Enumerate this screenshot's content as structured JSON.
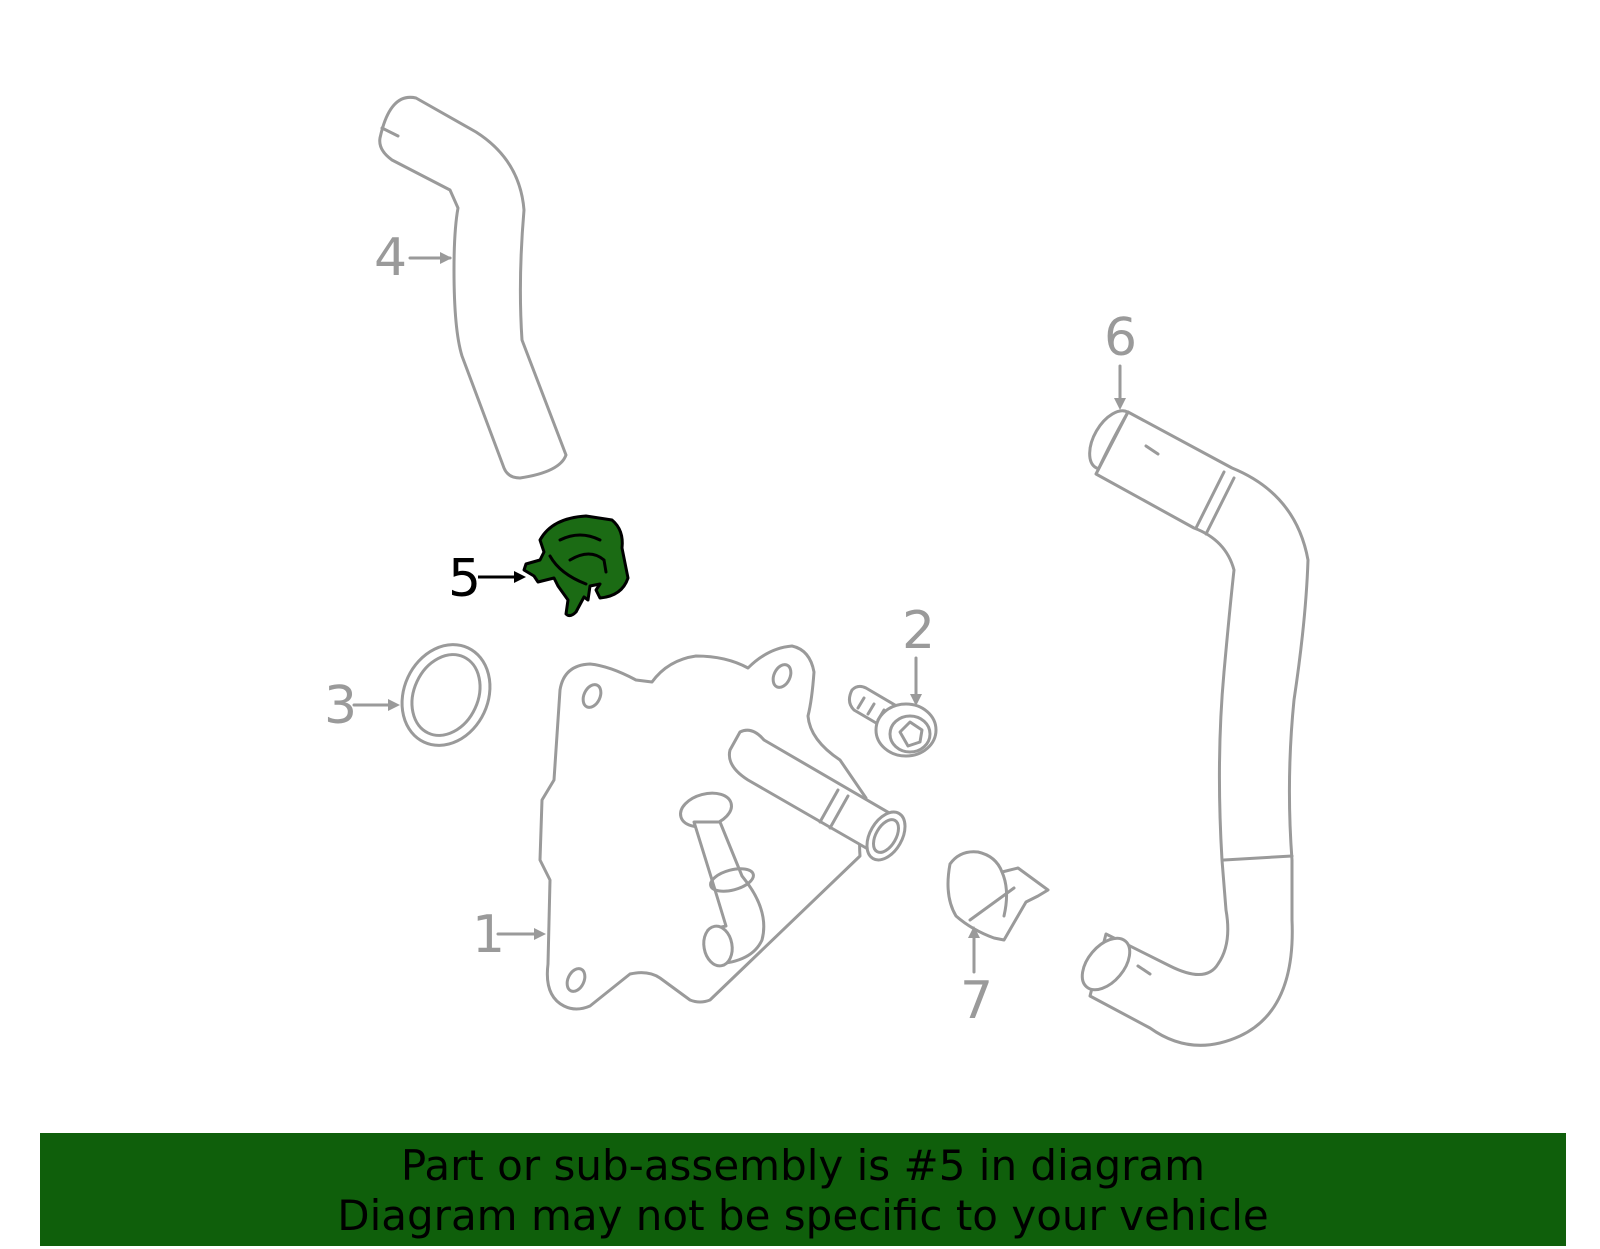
{
  "callouts": [
    "1",
    "2",
    "3",
    "4",
    "5",
    "6",
    "7"
  ],
  "highlighted_part": "5",
  "colors": {
    "highlight": "#1b6b14",
    "banner": "#0f5f0b",
    "lines": "#9a9a9a"
  },
  "banner": {
    "line1": "Part or sub-assembly is #5 in diagram",
    "line2": "Diagram may not be specific to your vehicle"
  }
}
